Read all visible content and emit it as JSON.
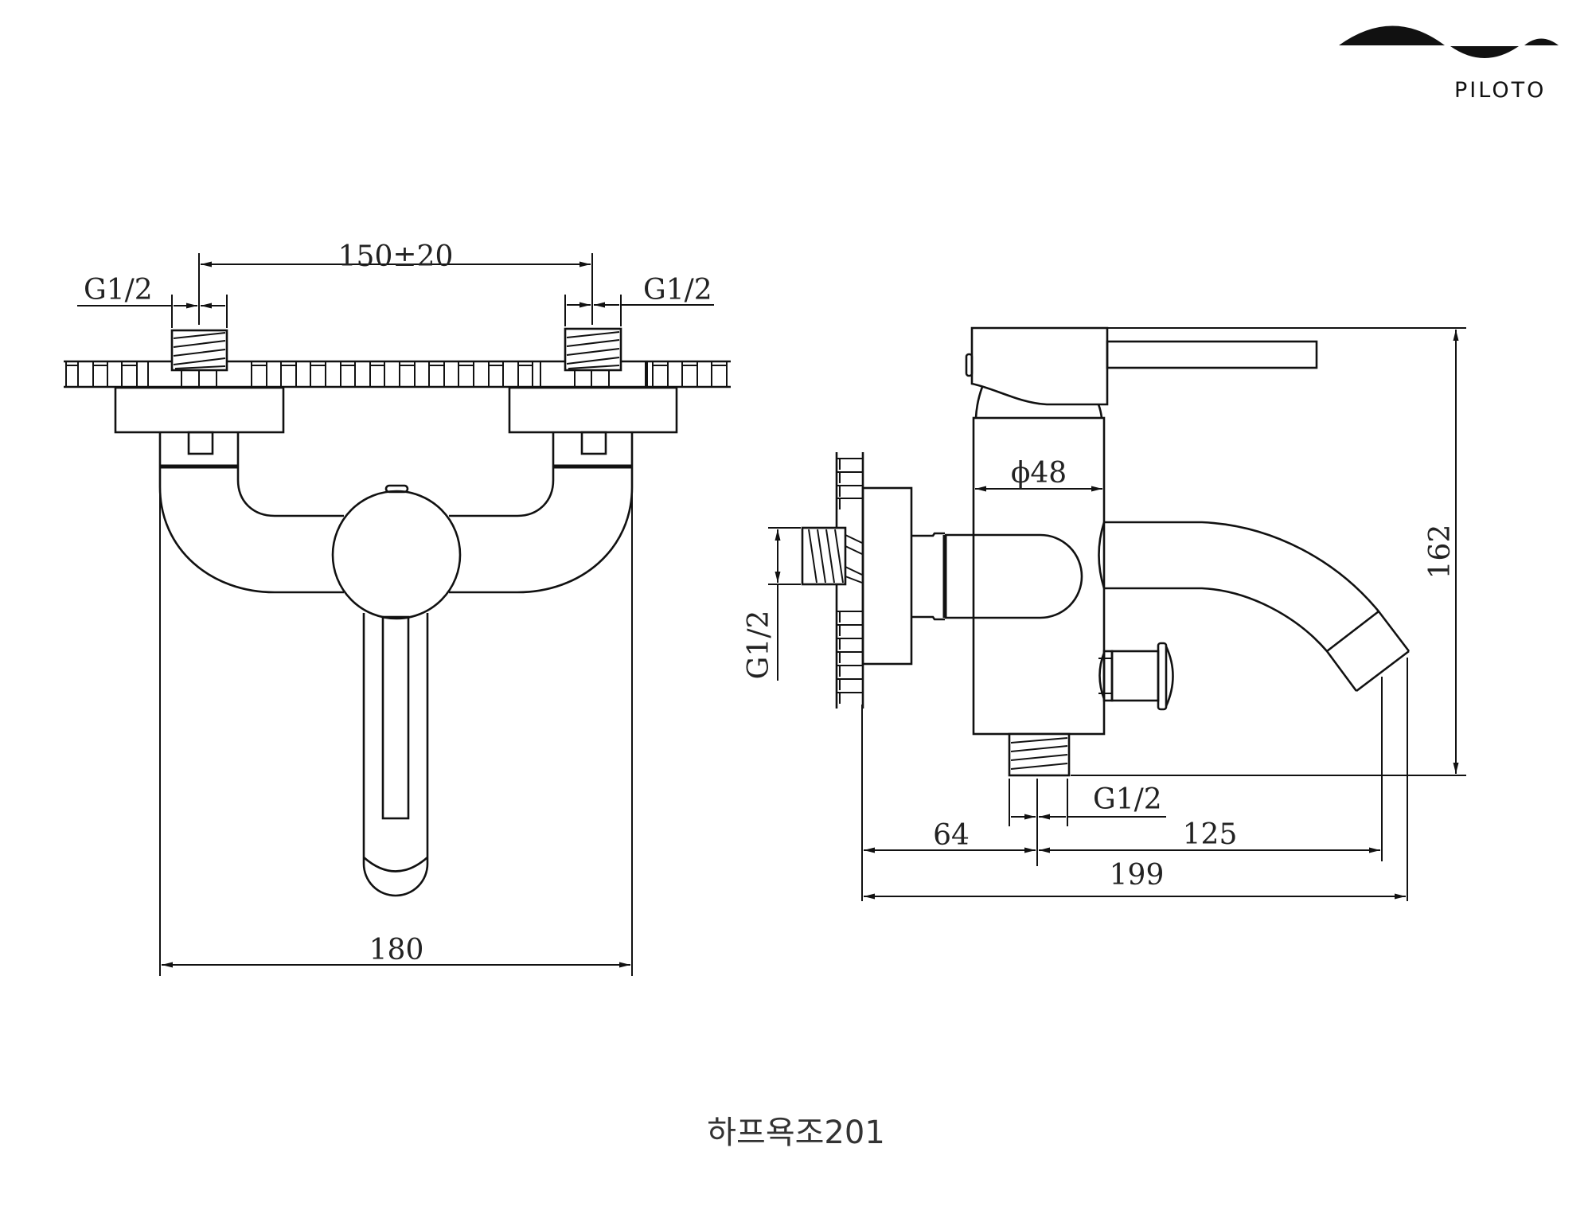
{
  "brand": {
    "name": "PILOTO",
    "logo_icon": "wave-logo-icon"
  },
  "caption": "하프욕조201",
  "front_view": {
    "dimensions": {
      "inlet_spacing": "150±20",
      "inlet_thread_left": "G1/2",
      "inlet_thread_right": "G1/2",
      "overall_width": "180"
    }
  },
  "side_view": {
    "dimensions": {
      "body_diameter": "ϕ48",
      "inlet_thread": "G1/2",
      "outlet_thread": "G1/2",
      "overall_height": "162",
      "wall_to_center": "64",
      "center_to_spout": "125",
      "overall_depth": "199"
    }
  },
  "colors": {
    "line": "#111111",
    "text": "#222222",
    "caption": "#333333",
    "background": "#ffffff"
  }
}
